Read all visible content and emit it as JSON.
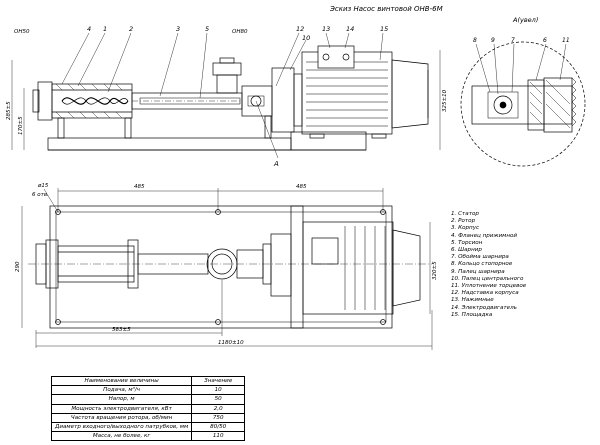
{
  "title": "Эскиз Насос винтовой ОНВ-6М",
  "detail_label": "А(увел)",
  "view_marker": "А",
  "side_view": {
    "dim_left_top": "ОН50",
    "dim_left_mid": "285±5",
    "dim_left_low": "170±5",
    "dim_top_mid": "ОН80",
    "dim_right": "325±10",
    "callouts": [
      "4",
      "1",
      "2",
      "3",
      "5",
      "12",
      "10",
      "13",
      "14",
      "15"
    ]
  },
  "plan_view": {
    "holes": "ø15",
    "holes_count": "6 отв.",
    "dim_top_a": "485",
    "dim_top_b": "485",
    "dim_left": "290",
    "dim_right": "320±5",
    "dim_bottom_inner": "583±5",
    "dim_bottom_total": "1180±10"
  },
  "detail_callouts": [
    "8",
    "9",
    "7",
    "6",
    "11"
  ],
  "legend": [
    "1. Статор",
    "2. Ротор",
    "3. Корпус",
    "4. Фланец прижимной",
    "5. Торсион",
    "6. Шарнир",
    "7. Обойма шарнира",
    "8. Кольцо стопорное",
    "9. Палец шарнира",
    "10. Палец центрального",
    "11. Уплотнение торцевое",
    "12. Надставка корпуса",
    "13. Нажимные",
    "14. Электродвигатель",
    "15. Площадка"
  ],
  "spec_table": {
    "header": [
      "Наименование величины",
      "Значение"
    ],
    "rows": [
      [
        "Подача, м³/ч",
        "10"
      ],
      [
        "Напор, м",
        "50"
      ],
      [
        "Мощность электродвигателя, кВт",
        "2,0"
      ],
      [
        "Частота вращения ротора, об/мин",
        "750"
      ],
      [
        "Диаметр входного/выходного патрубков, мм",
        "80/50"
      ],
      [
        "Масса, не более, кг",
        "110"
      ]
    ]
  }
}
